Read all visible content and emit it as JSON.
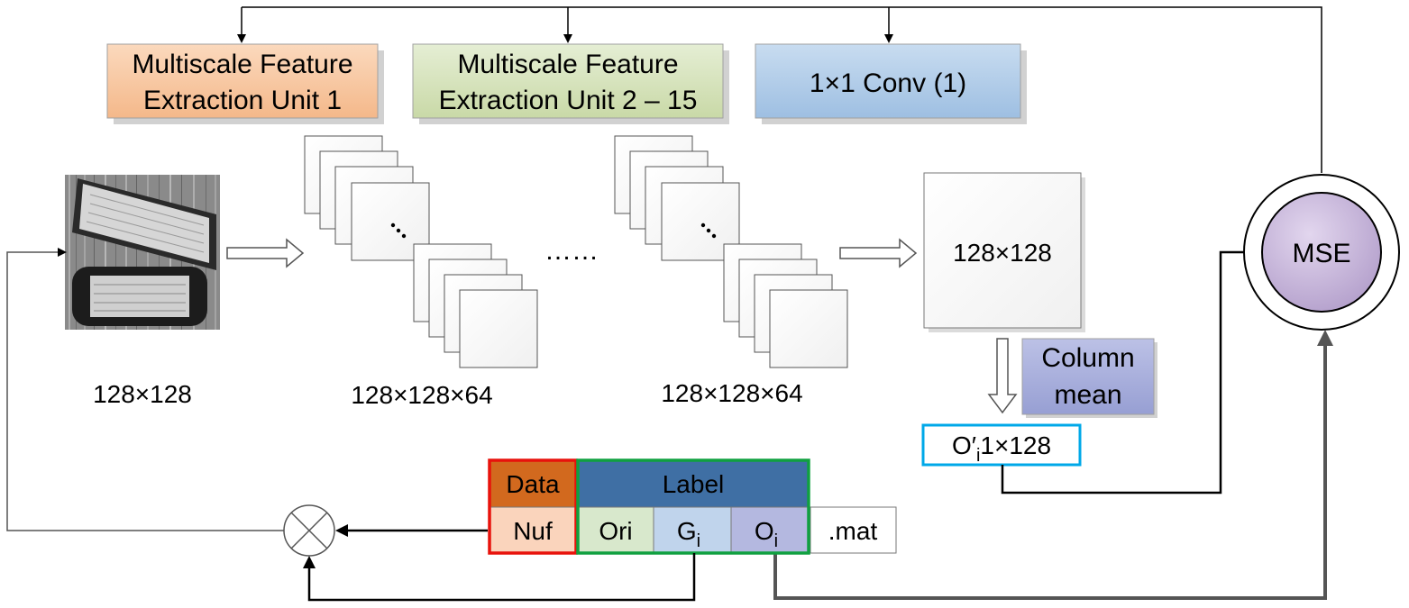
{
  "units": {
    "unit1": {
      "line1": "Multiscale Feature",
      "line2": "Extraction Unit 1",
      "color": "#f8c8a0"
    },
    "unit2": {
      "line1": "Multiscale Feature",
      "line2": "Extraction Unit 2 – 15",
      "color": "#d6e3bc"
    },
    "conv": {
      "label": "1×1 Conv (1)",
      "color": "#b0cce8"
    }
  },
  "input": {
    "size_label": "128×128"
  },
  "feature_maps": [
    {
      "size_label": "128×128×64"
    },
    {
      "size_label": "128×128×64"
    }
  ],
  "ellipsis": "……",
  "output_map": {
    "size_label": "128×128"
  },
  "column_mean": {
    "line1": "Column",
    "line2": "mean",
    "color": "#a9b0dc"
  },
  "output_vector": {
    "base": "O′",
    "sub": "i",
    "rest": "1×128",
    "border_color": "#00a8e8"
  },
  "loss": {
    "label": "MSE",
    "color": "#c8b8dc"
  },
  "file": {
    "data_header": "Data",
    "label_header": "Label",
    "cells": [
      {
        "base": "Nuf",
        "sub": "",
        "color": "#fad4bc"
      },
      {
        "base": "Ori",
        "sub": "",
        "color": "#d8e8cc"
      },
      {
        "base": "G",
        "sub": "i",
        "color": "#c0d4ec"
      },
      {
        "base": "O",
        "sub": "i",
        "color": "#b4b8e0"
      }
    ],
    "ext": ".mat",
    "data_header_color": "#d2691e",
    "label_header_color": "#3f6fa4",
    "data_border_color": "#e8120c",
    "label_border_color": "#10a040"
  }
}
